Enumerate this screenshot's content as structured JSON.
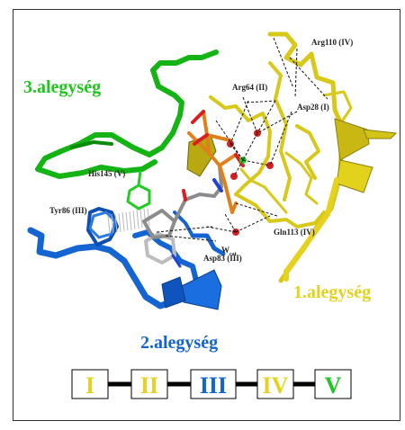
{
  "subunits": [
    {
      "key": "s3",
      "label": "3.alegység",
      "color": "#1ec81e"
    },
    {
      "key": "s1",
      "label": "1.alegység",
      "color": "#e6d21e"
    },
    {
      "key": "s2",
      "label": "2.alegység",
      "color": "#1464d2"
    }
  ],
  "residues": {
    "arg110": "Arg110 (IV)",
    "arg64": "Arg64 (II)",
    "asp28": "Asp28 (I)",
    "his145": "His145 (V)",
    "tyr86": "Tyr86 (III)",
    "gln113": "Gln113 (IV)",
    "asp83": "Asp83 (III)",
    "wcat_main": "W",
    "wcat_sub": "cat"
  },
  "motif_boxes": [
    {
      "label": "I",
      "color": "#e6d21e"
    },
    {
      "label": "II",
      "color": "#e6d21e"
    },
    {
      "label": "III",
      "color": "#1464d2"
    },
    {
      "label": "IV",
      "color": "#e6d21e"
    },
    {
      "label": "V",
      "color": "#1ec81e"
    }
  ]
}
